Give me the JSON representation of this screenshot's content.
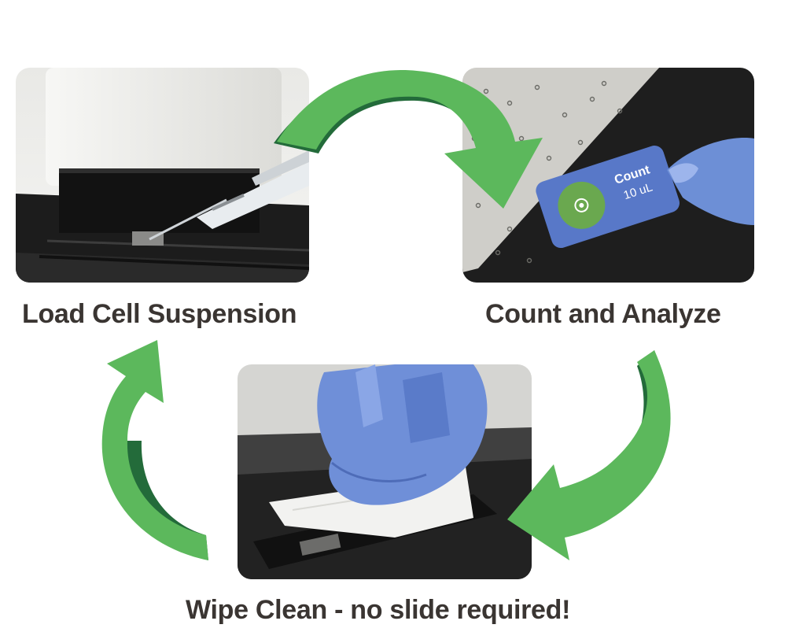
{
  "steps": [
    {
      "label": "Load Cell Suspension",
      "photo": "pipette-loading-photo"
    },
    {
      "label": "Count and Analyze",
      "photo": "touchscreen-count-photo"
    },
    {
      "label": "Wipe Clean - no slide required!",
      "photo": "gloved-hand-wiping-photo"
    }
  ],
  "screen": {
    "title": "Count",
    "volume": "10 uL"
  },
  "colors": {
    "arrow_light": "#5cb85c",
    "arrow_dark": "#236b3a",
    "label_text": "#3a3532",
    "screen_card": "#5878c8"
  }
}
